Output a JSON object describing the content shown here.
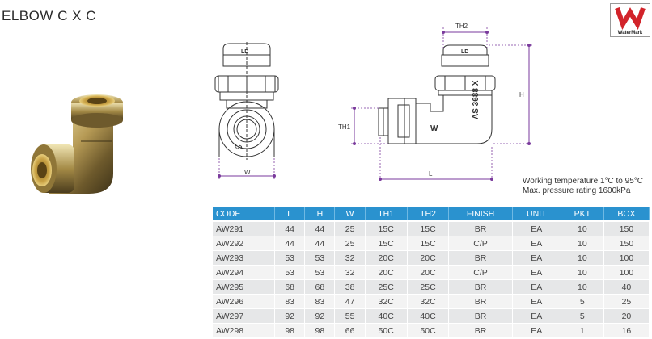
{
  "title": "ELBOW C X C",
  "logo": {
    "label": "WaterMark",
    "mark_color": "#d2232a",
    "icon": "watermark-logo-icon"
  },
  "drawing": {
    "dims": {
      "th2": "TH2",
      "h": "H",
      "th1": "TH1",
      "l": "L",
      "w": "W"
    },
    "stamp_text": "AS 3688 X",
    "stamp_mark": "W",
    "nut_text": "LD"
  },
  "notes": {
    "temp": "Working temperature 1°C to 95°C",
    "pressure": "Max. pressure rating 1600kPa"
  },
  "colors": {
    "header_bg": "#2a92cf",
    "row_alt": "#e6e7e8",
    "row_plain": "#f3f3f3"
  },
  "table": {
    "headers": [
      "CODE",
      "L",
      "H",
      "W",
      "TH1",
      "TH2",
      "FINISH",
      "UNIT",
      "PKT",
      "BOX"
    ],
    "rows": [
      [
        "AW291",
        "44",
        "44",
        "25",
        "15C",
        "15C",
        "BR",
        "EA",
        "10",
        "150"
      ],
      [
        "AW292",
        "44",
        "44",
        "25",
        "15C",
        "15C",
        "C/P",
        "EA",
        "10",
        "150"
      ],
      [
        "AW293",
        "53",
        "53",
        "32",
        "20C",
        "20C",
        "BR",
        "EA",
        "10",
        "100"
      ],
      [
        "AW294",
        "53",
        "53",
        "32",
        "20C",
        "20C",
        "C/P",
        "EA",
        "10",
        "100"
      ],
      [
        "AW295",
        "68",
        "68",
        "38",
        "25C",
        "25C",
        "BR",
        "EA",
        "10",
        "40"
      ],
      [
        "AW296",
        "83",
        "83",
        "47",
        "32C",
        "32C",
        "BR",
        "EA",
        "5",
        "25"
      ],
      [
        "AW297",
        "92",
        "92",
        "55",
        "40C",
        "40C",
        "BR",
        "EA",
        "5",
        "20"
      ],
      [
        "AW298",
        "98",
        "98",
        "66",
        "50C",
        "50C",
        "BR",
        "EA",
        "1",
        "16"
      ]
    ]
  }
}
